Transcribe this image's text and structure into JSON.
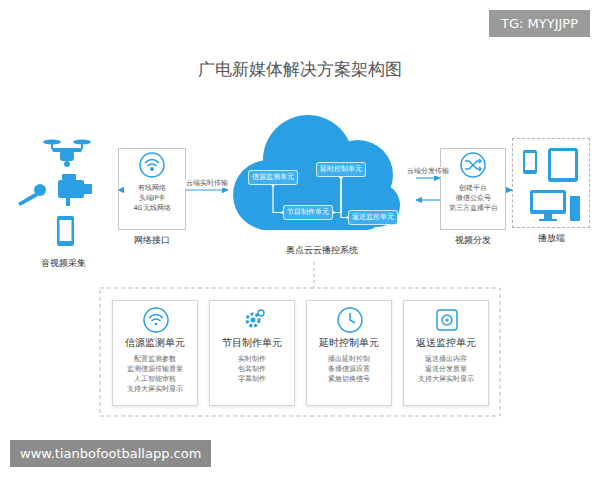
{
  "diagram": {
    "title": "广电新媒体解决方案架构图",
    "nodes": [
      {
        "text": [
          "音视频采集"
        ]
      },
      {
        "text": [
          "有线网络",
          "头端IP卡",
          "4G无线网络",
          "网络接口"
        ]
      },
      {
        "text": [
          "奥点云云播控系统"
        ]
      },
      {
        "text": [
          "信源监测单元"
        ],
        "in": 2
      },
      {
        "text": [
          "延时控制单元"
        ],
        "in": 2
      },
      {
        "text": [
          "节目制作单元"
        ],
        "in": 2
      },
      {
        "text": [
          "返送监控单元"
        ],
        "in": 2
      },
      {
        "text": [
          "创建平台",
          "微信公众号",
          "第三方直播平台",
          "视频分发"
        ]
      },
      {
        "text": [
          "播放端"
        ]
      },
      {
        "text": [
          "信源监测单元",
          "配置监测参数",
          "监测信源传输质量",
          "人工智能审核",
          "支持大屏实时显示"
        ]
      },
      {
        "text": [
          "节目制作单元",
          "实时制作",
          "包装制作",
          "字幕制作"
        ]
      },
      {
        "text": [
          "延时控制单元",
          "播出延时控制",
          "备播信源设置",
          "紧急切换信号"
        ]
      },
      {
        "text": [
          "返送监控单元",
          "返送播出内容",
          "返送分发质量",
          "支持大屏实时显示"
        ]
      }
    ],
    "edges": [
      {
        "from": 0,
        "to": 1,
        "arrow": "to"
      },
      {
        "from": 1,
        "to": 2,
        "label": "云端实时传输",
        "arrow": "to"
      },
      {
        "from": 2,
        "to": 7,
        "label": "云端分发传输",
        "arrow": "to"
      },
      {
        "from": 7,
        "to": 2,
        "arrow": "to"
      },
      {
        "from": 7,
        "to": 8,
        "arrow": "to"
      },
      {
        "from": 3,
        "to": 5,
        "arrow": "none"
      },
      {
        "from": 5,
        "to": 4,
        "arrow": "none"
      },
      {
        "from": 4,
        "to": 6,
        "arrow": "none"
      }
    ],
    "labels": [
      "TG: MYYJJPP",
      "www.tianbofootballapp.com"
    ]
  }
}
